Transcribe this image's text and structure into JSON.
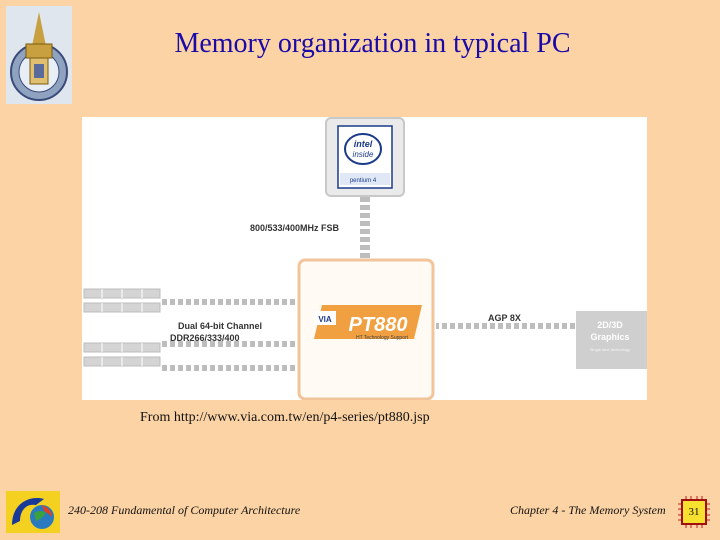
{
  "slide": {
    "title": "Memory organization in typical PC",
    "caption": "From http://www.via.com.tw/en/p4-series/pt880.jsp",
    "footer_left": "240-208 Fundamental of Computer Architecture",
    "footer_right": "Chapter 4 - The Memory System",
    "page_number": "31"
  },
  "diagram": {
    "cpu_badge_line1": "intel",
    "cpu_badge_line2": "inside",
    "cpu_badge_footer": "pentium 4",
    "fsb_label": "800/533/400MHz FSB",
    "memory_label_line1": "Dual 64-bit Channel",
    "memory_label_line2": "DDR266/333/400",
    "chipset_prefix": "VIA",
    "chipset_name": "PT880",
    "chipset_sub": "HT Technology Support",
    "agp_label": "AGP 8X",
    "graphics_line1": "2D/3D",
    "graphics_line2": "Graphics",
    "graphics_sub": "Single lane technology"
  },
  "colors": {
    "background": "#fcd3a4",
    "title": "#1a0aa8",
    "chip_border": "#f2c49a",
    "chip_fill": "#fffaf4",
    "pt880_orange": "#f0a040",
    "bus_gray": "#bfbfbf"
  },
  "icons": [
    "university-seal-logo",
    "faculty-globe-logo",
    "page-chip-icon"
  ]
}
